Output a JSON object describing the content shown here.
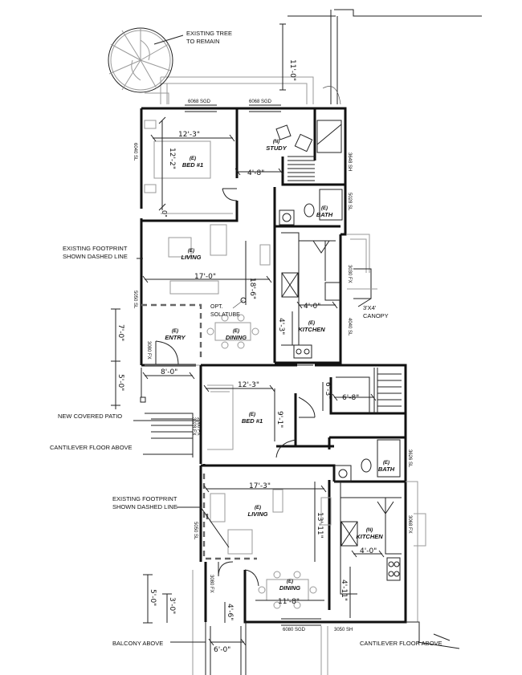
{
  "notes": {
    "tree": [
      "EXISTING TREE",
      "TO REMAIN"
    ],
    "footprint_upper": [
      "EXISTING FOOTPRINT",
      "SHOWN DASHED LINE"
    ],
    "footprint_lower": [
      "EXISTING FOOTPRINT",
      "SHOWN DASHED LINE"
    ],
    "covered_patio": "NEW COVERED PATIO",
    "cantilever_left": "CANTILEVER FLOOR ABOVE",
    "cantilever_right": "CANTILEVER FLOOR ABOVE",
    "balcony": "BALCONY ABOVE",
    "canopy": [
      "3'X4'",
      "CANOPY"
    ],
    "solatube": [
      "OPT.",
      "SOLATUBE"
    ]
  },
  "rooms": {
    "upper": [
      {
        "tag": "(E)",
        "name": "BED #1"
      },
      {
        "tag": "(N)",
        "name": "STUDY"
      },
      {
        "tag": "(E)",
        "name": "BATH"
      },
      {
        "tag": "(E)",
        "name": "LIVING"
      },
      {
        "tag": "(E)",
        "name": "ENTRY"
      },
      {
        "tag": "(E)",
        "name": "DINING"
      },
      {
        "tag": "(E)",
        "name": "KITCHEN"
      }
    ],
    "lower": [
      {
        "tag": "(E)",
        "name": "BED #1"
      },
      {
        "tag": "(E)",
        "name": "BATH"
      },
      {
        "tag": "(E)",
        "name": "LIVING"
      },
      {
        "tag": "(N)",
        "name": "KITCHEN"
      },
      {
        "tag": "(E)",
        "name": "DINING"
      }
    ]
  },
  "dimensions": {
    "top_11_0": "11'-0\"",
    "bed_width": "12'-3\"",
    "bed_depth": "12'-2\"",
    "study_4_8": "4'-8\"",
    "zero_upper": "0\"",
    "living_17_0": "17'-0\"",
    "living_18_6": "18'-6\"",
    "kitchen_4_0": "4'-0\"",
    "kitchen_4_3": "4'-3\"",
    "entry_7_0": "7'-0\"",
    "patio_5_0": "5'-0\"",
    "patio_8_0": "8'-0\"",
    "bed2_width": "12'-3\"",
    "bed2_depth": "9'-1\"",
    "stair_6_3": "6'-3\"",
    "stair_6_8": "6'-8\"",
    "living2_17_3": "17'-3\"",
    "living2_13_11": "13'-11\"",
    "kitchen2_4_0": "4'-0\"",
    "dining2_4_11": "4'-11\"",
    "dining2_11_8": "11'-8\"",
    "balc_5_0": "5'-0\"",
    "balc_3_0": "3'-0\"",
    "balc_4_6": "4'-6\"",
    "balc_6_0": "6'-0\""
  },
  "windows": {
    "w1": "6068 SGD",
    "w2": "6068 SGD",
    "w3": "6040 SL",
    "w4": "3648 SH",
    "w5": "5028 SL",
    "w6": "3030 FX",
    "w7": "5050 SL",
    "w8": "4040 SL",
    "w9": "3080 FX",
    "w10": "3028 FX",
    "w11": "2060 FX",
    "w12": "3626 SL",
    "w13": "5050 SL",
    "w14": "3068 FX",
    "w15": "3080 FX",
    "w16": "6080 SGD",
    "w17": "3050 SH"
  }
}
